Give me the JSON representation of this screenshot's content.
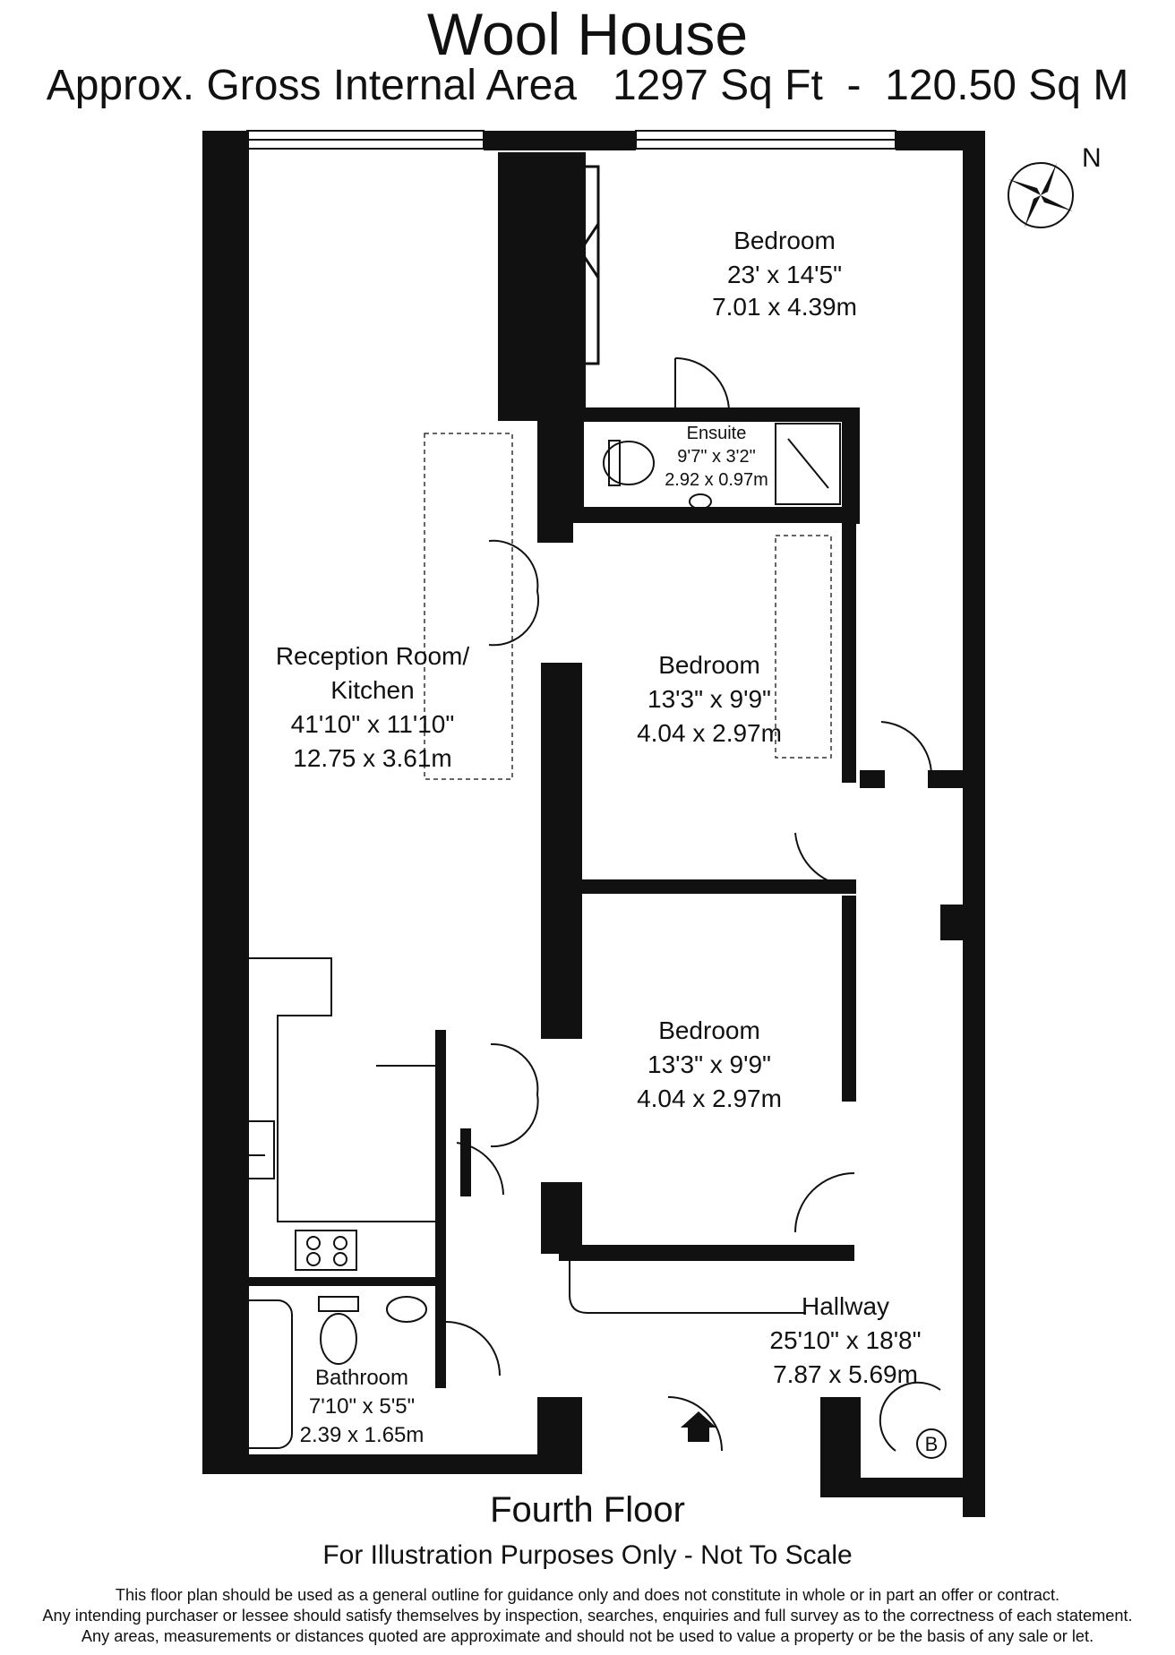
{
  "title": "Wool House",
  "area": "Approx. Gross Internal Area   1297 Sq Ft  -  120.50 Sq M",
  "north_label": "N",
  "rooms": {
    "bedroom_top": {
      "name": "Bedroom",
      "imperial": "23' x 14'5\"",
      "metric": "7.01 x 4.39m"
    },
    "ensuite": {
      "name": "Ensuite",
      "imperial": "9'7\" x 3'2\"",
      "metric": "2.92 x 0.97m"
    },
    "reception": {
      "name_line1": "Reception Room/",
      "name_line2": "Kitchen",
      "imperial": "41'10\" x 11'10\"",
      "metric": "12.75 x 3.61m"
    },
    "bedroom_mid": {
      "name": "Bedroom",
      "imperial": "13'3\" x 9'9\"",
      "metric": "4.04 x 2.97m"
    },
    "bedroom_low": {
      "name": "Bedroom",
      "imperial": "13'3\" x 9'9\"",
      "metric": "4.04 x 2.97m"
    },
    "hallway": {
      "name": "Hallway",
      "imperial": "25'10\" x 18'8\"",
      "metric": "7.87 x 5.69m"
    },
    "bathroom": {
      "name": "Bathroom",
      "imperial": "7'10\" x 5'5\"",
      "metric": "2.39 x 1.65m"
    }
  },
  "boiler_label": "B",
  "floor_label": "Fourth Floor",
  "illustration_note": "For Illustration Purposes Only - Not To Scale",
  "disclaimer": [
    "This floor plan should be used as a general outline for guidance only and does not constitute in whole or in part an offer or contract.",
    "Any intending purchaser or lessee should satisfy themselves by inspection, searches, enquiries and full survey as to the correctness of each statement.",
    "Any areas, measurements or distances quoted are approximate and should not be used to value a property or be the basis of any sale or let."
  ]
}
